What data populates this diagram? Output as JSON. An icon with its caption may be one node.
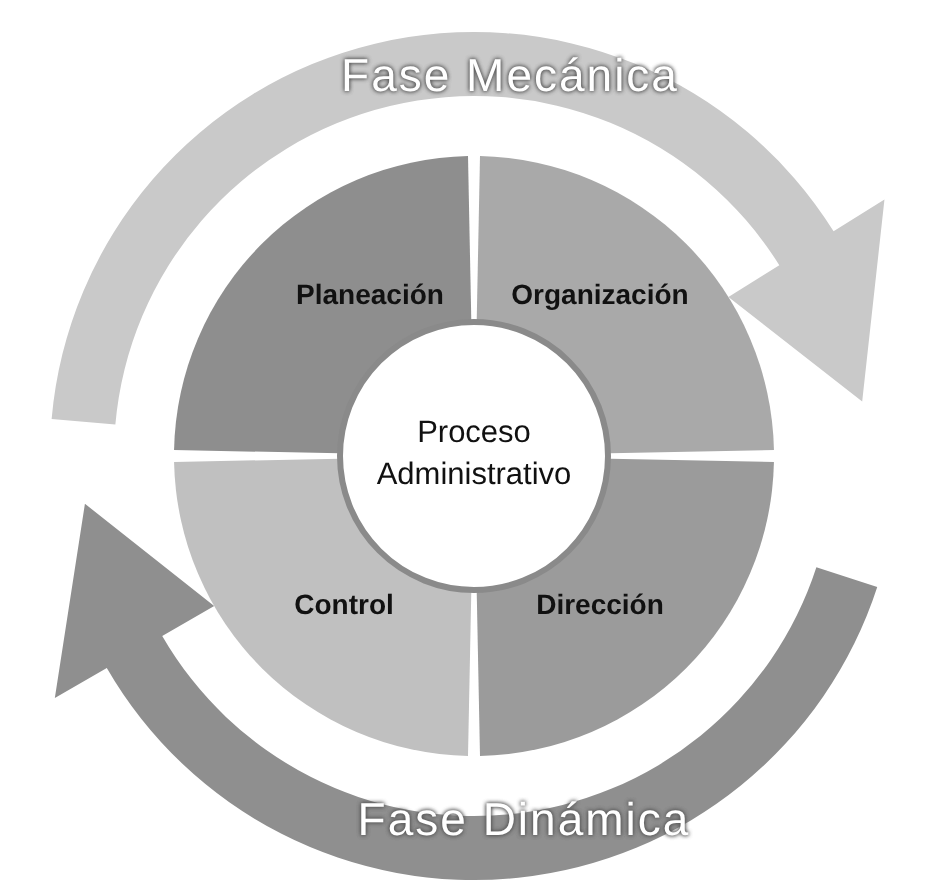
{
  "diagram": {
    "nodes": [
      {
        "text": [
          "Fase Mecánica"
        ]
      },
      {
        "text": [
          "Planeación"
        ]
      },
      {
        "text": [
          "Organización"
        ]
      },
      {
        "text": [
          "Proceso Administrativo"
        ]
      },
      {
        "text": [
          "Control"
        ]
      },
      {
        "text": [
          "Dirección"
        ]
      },
      {
        "text": [
          "Fase Dinámica"
        ]
      }
    ]
  }
}
